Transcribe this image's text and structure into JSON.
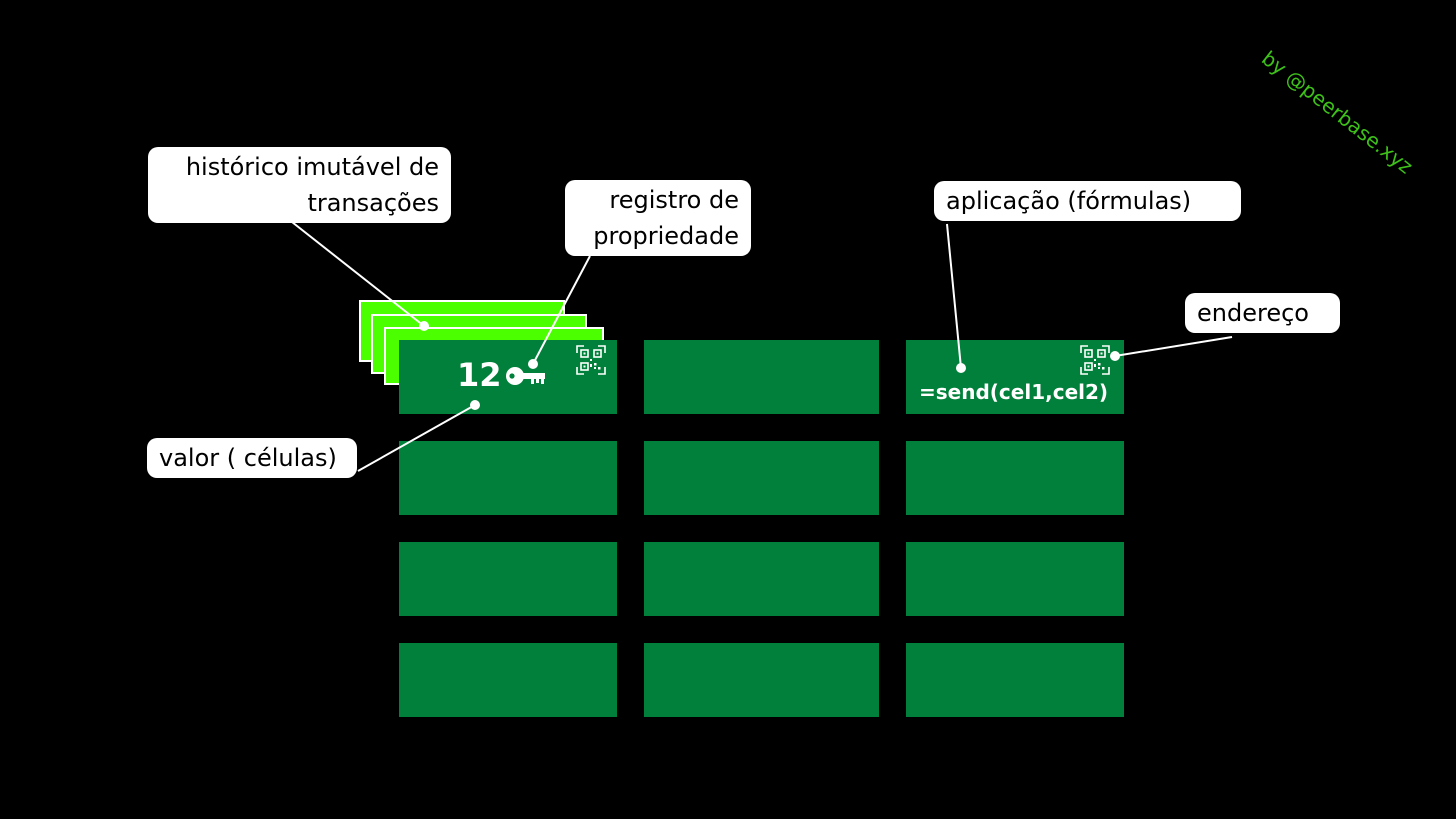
{
  "watermark": "by @peerbase.xyz",
  "labels": {
    "history": "histórico imutável de transações",
    "ownership": "registro de propriedade",
    "application": "aplicação (fórmulas)",
    "address": "endereço",
    "value": "valor ( células)"
  },
  "cells": {
    "first_value": "12",
    "formula": "=send(cel1,cel2)"
  },
  "icons": {
    "qr_code_1": "qr-code-icon",
    "qr_code_2": "qr-code-icon",
    "key": "key-icon"
  },
  "colors": {
    "background": "#000000",
    "cell": "#00803a",
    "history_sheet": "#4cff00",
    "label_bg": "#ffffff",
    "watermark": "#3ec21a"
  }
}
